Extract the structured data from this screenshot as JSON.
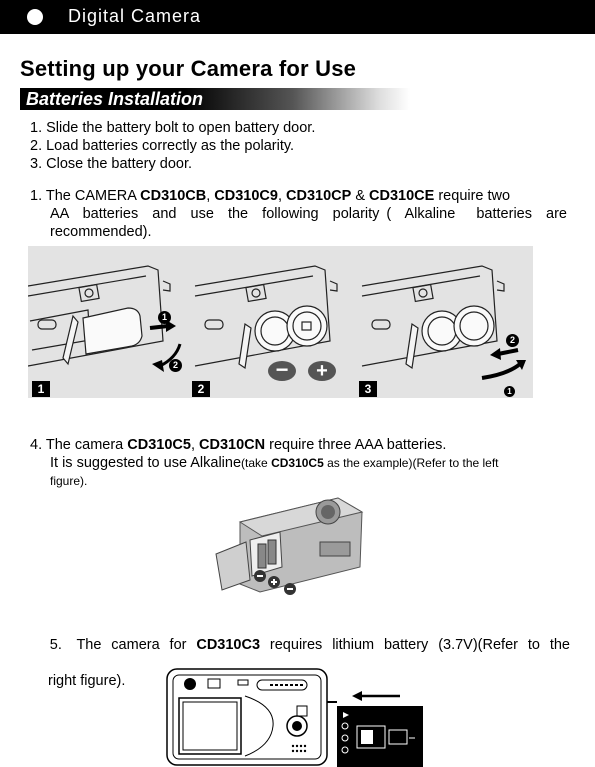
{
  "header": {
    "title": "Digital Camera"
  },
  "page": {
    "title": "Setting up your Camera for Use",
    "section": "Batteries Installation"
  },
  "steps": [
    "1. Slide the battery bolt to open battery door.",
    "2. Load batteries correctly as the polarity.",
    "3. Close the battery door."
  ],
  "item1": {
    "p1": "1. The CAMERA ",
    "m1": "CD310CB",
    "s1": ", ",
    "m2": "CD310C9",
    "s2": ", ",
    "m3": "CD310CP",
    "s3": " & ",
    "m4": "CD310CE",
    "tail": " require two",
    "line2": "AA  batteries  and  use  the  following  polarity (  Alkaline   batteries  are",
    "line3": "recommended)."
  },
  "figure1": {
    "tags": [
      "1",
      "2",
      "3"
    ],
    "callout1": "1",
    "callout2": "2",
    "minus": "−",
    "plus": "+"
  },
  "item4": {
    "p1": "4. The camera ",
    "m1": "CD310C5",
    "s1": ", ",
    "m2": "CD310CN",
    "tail": " require three AAA batteries.",
    "l2a": "It is suggested to use Alkaline",
    "l2b": "(take ",
    "l2m": "CD310C5",
    "l2c": " as the example)(Refer to the left",
    "l3": "figure)."
  },
  "item5": {
    "p1": "5.   The  camera  for  ",
    "m1": "CD310C3",
    "tail": "  requires  lithium  battery  (3.7V)(Refer  to  the",
    "l2": "right figure)."
  }
}
